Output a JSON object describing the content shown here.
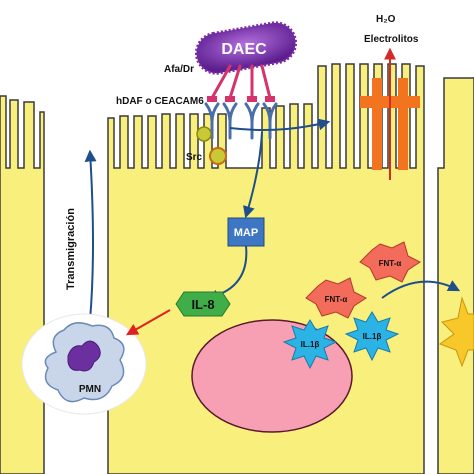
{
  "labels": {
    "daec": "DAEC",
    "afa_dr": "Afa/Dr",
    "receptor": "hDAF o CEACAM6",
    "src": "Src",
    "water": "H₂O",
    "electrolytes": "Electrolitos",
    "map": "MAP",
    "il8": "IL-8",
    "tnf_1": "FNT-α",
    "tnf_2": "FNT-α",
    "il1b_1": "IL.1β",
    "il1b_2": "IL.1β",
    "transmigration": "Transmigración",
    "pmn": "PMN"
  },
  "colors": {
    "cell": "#f8ef7d",
    "cell_border": "#3a3a3a",
    "nucleus": "#f7a0b4",
    "bacterium": "#8a3bbf",
    "arrow": "#1f4e8c",
    "receptor": "#4a6fa8",
    "adhesin": "#d6336c",
    "map_box": "#3d76c2",
    "il8": "#3fae49",
    "tnf": "#f26b5b",
    "il1b": "#2bb3e6",
    "channel": "#f2741e",
    "star": "#f8c72a",
    "src": "#b5b827",
    "pmn_arrow": "#e02020",
    "efflux_arrow": "#d42a2a"
  }
}
